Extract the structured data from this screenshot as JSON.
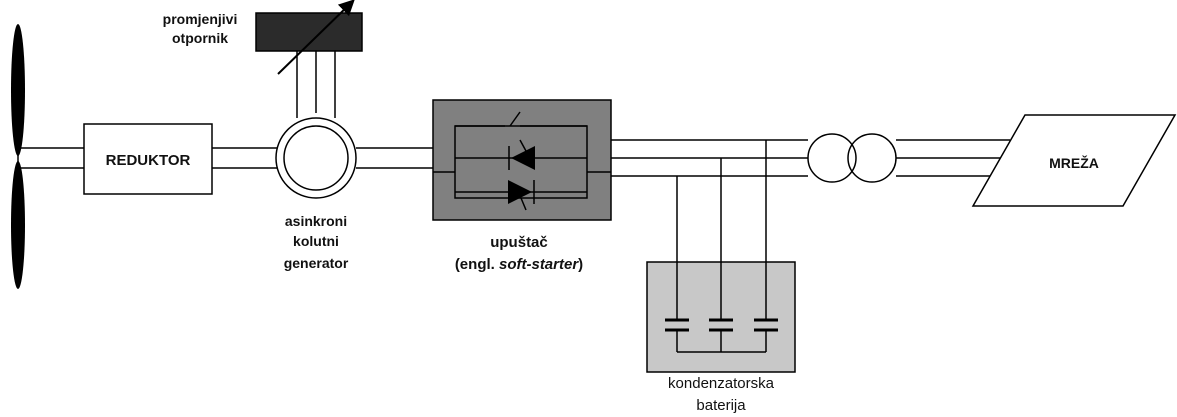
{
  "labels": {
    "resistor_line1": "promjenjivi",
    "resistor_line2": "otpornik",
    "gearbox": "REDUKTOR",
    "generator_line1": "asinkroni",
    "generator_line2": "kolutni",
    "generator_line3": "generator",
    "softstarter_line1": "upuštač",
    "softstarter_line2_prefix": "(engl. ",
    "softstarter_line2_italic": "soft-starter",
    "softstarter_line2_suffix": ")",
    "grid": "MREŽA",
    "capacitor_line1": "kondenzatorska",
    "capacitor_line2": "baterija"
  },
  "colors": {
    "softstarter_fill": "#808080",
    "capacitor_bank_fill": "#c8c8c8",
    "resistor_fill": "#2b2b2b",
    "blade_fill": "#000000"
  }
}
